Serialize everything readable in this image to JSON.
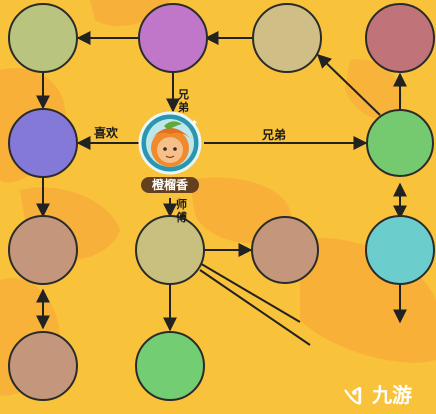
{
  "colors": {
    "background": "#f9c23b",
    "blob": "#f7a93a",
    "edge": "#222222",
    "node_stroke": "#2b2b2b"
  },
  "nodes": [
    {
      "id": "r1c1",
      "color": "#b9c47e"
    },
    {
      "id": "r1c2",
      "color": "#c077c9"
    },
    {
      "id": "r1c3",
      "color": "#cfbf86"
    },
    {
      "id": "r1c4",
      "color": "#c07379"
    },
    {
      "id": "r2c1",
      "color": "#8478d8"
    },
    {
      "id": "r2c2",
      "color": "#2b96b0",
      "is_character": true
    },
    {
      "id": "r2c4",
      "color": "#75c96e"
    },
    {
      "id": "r3c1",
      "color": "#c4967b"
    },
    {
      "id": "r3c2",
      "color": "#c9c080"
    },
    {
      "id": "r3c3",
      "color": "#c4967b"
    },
    {
      "id": "r3c4",
      "color": "#6ccdcd"
    },
    {
      "id": "r4c1",
      "color": "#c4967b"
    },
    {
      "id": "r4c2",
      "color": "#73cd73"
    }
  ],
  "character": {
    "name": "橙榴香"
  },
  "edge_labels": {
    "top_brother": "兄弟",
    "like": "喜欢",
    "brother": "兄弟",
    "master": "师傅"
  },
  "watermark": {
    "text": "九游"
  }
}
